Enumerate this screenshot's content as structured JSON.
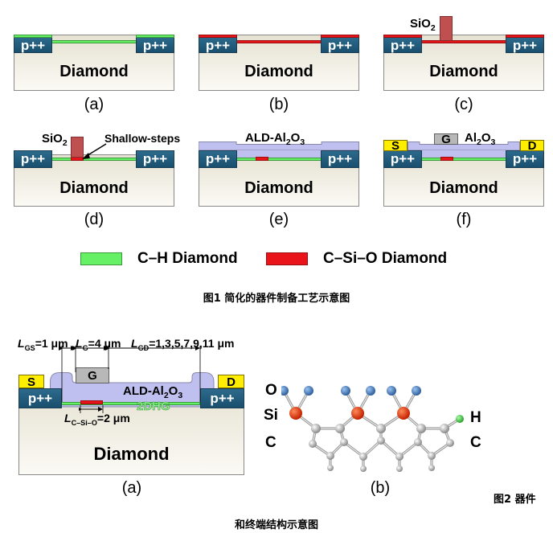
{
  "figure1": {
    "panels": [
      {
        "id": "a",
        "caption": "(a)",
        "pplus_left": "p++",
        "pplus_right": "p++",
        "substrate": "Diamond"
      },
      {
        "id": "b",
        "caption": "(b)",
        "pplus_left": "p++",
        "pplus_right": "p++",
        "substrate": "Diamond"
      },
      {
        "id": "c",
        "caption": "(c)",
        "pplus_left": "p++",
        "pplus_right": "p++",
        "substrate": "Diamond",
        "mask_label": "SiO₂"
      },
      {
        "id": "d",
        "caption": "(d)",
        "pplus_left": "p++",
        "pplus_right": "p++",
        "substrate": "Diamond",
        "mask_label": "SiO₂",
        "annotation": "Shallow-steps"
      },
      {
        "id": "e",
        "caption": "(e)",
        "pplus_left": "p++",
        "pplus_right": "p++",
        "substrate": "Diamond",
        "oxide_label": "ALD-Al₂O₃"
      },
      {
        "id": "f",
        "caption": "(f)",
        "pplus_left": "p++",
        "pplus_right": "p++",
        "substrate": "Diamond",
        "oxide_label": "Al₂O₃",
        "source": "S",
        "gate": "G",
        "drain": "D"
      }
    ],
    "legend": [
      {
        "label": "C–H Diamond",
        "color": "#66f066"
      },
      {
        "label": "C–Si–O Diamond",
        "color": "#e8141a"
      }
    ],
    "title": "图1 简化的器件制备工艺示意图"
  },
  "figure2": {
    "device": {
      "caption": "(a)",
      "source": "S",
      "gate": "G",
      "drain": "D",
      "pplus_left": "p++",
      "pplus_right": "p++",
      "oxide_label": "ALD-Al₂O₃",
      "channel_label": "2DHG",
      "substrate": "Diamond",
      "dims": {
        "lgs": "L_GS=1 μm",
        "lg": "L_G=4 μm",
        "lgd": "L_GD=1,3,5,7,9,11 μm",
        "lcsio": "L_C–Si–O=2 μm"
      }
    },
    "molecule": {
      "caption": "(b)",
      "left_labels": [
        "O",
        "Si",
        "C"
      ],
      "right_labels": [
        "H",
        "C"
      ]
    },
    "title_part1": "图2 器件",
    "title_part2": "和终端结构示意图"
  },
  "colors": {
    "ch_diamond": "#66f066",
    "csio_diamond": "#e8141a",
    "pplus": "#1f5a7a",
    "oxide": "#c0c0f0",
    "sio2": "#c05050",
    "metal": "#ffee00",
    "gate": "#b8b8b8"
  }
}
